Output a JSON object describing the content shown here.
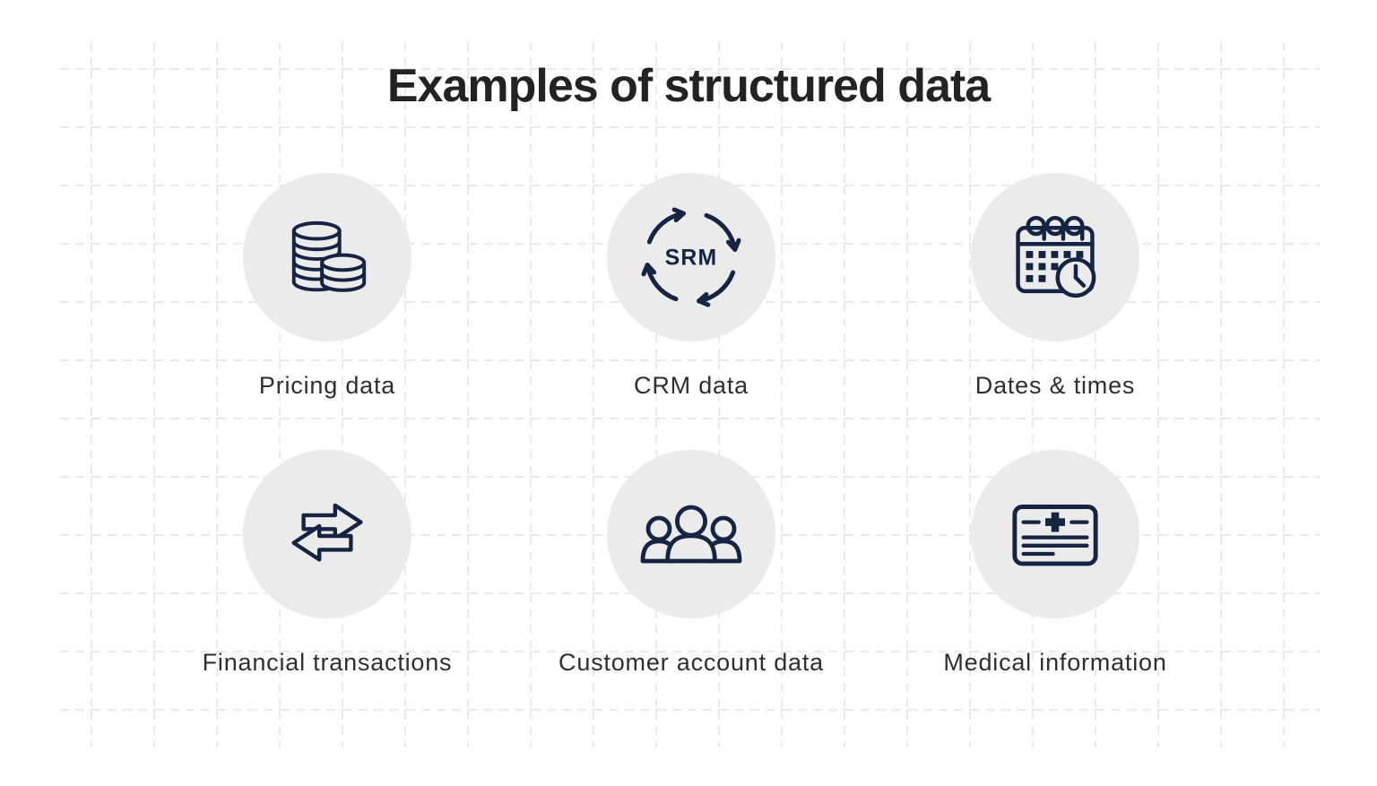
{
  "title": "Examples of structured data",
  "items": [
    {
      "id": "pricing-data",
      "label": "Pricing data",
      "icon": "coins-icon"
    },
    {
      "id": "crm-data",
      "label": "CRM data",
      "icon": "crm-cycle-icon",
      "icon_text": "SRM"
    },
    {
      "id": "dates-times",
      "label": "Dates & times",
      "icon": "calendar-clock-icon"
    },
    {
      "id": "financial-transactions",
      "label": "Financial transactions",
      "icon": "transfer-arrows-icon"
    },
    {
      "id": "customer-account-data",
      "label": "Customer account data",
      "icon": "people-group-icon"
    },
    {
      "id": "medical-information",
      "label": "Medical information",
      "icon": "medical-card-icon"
    }
  ],
  "colors": {
    "background": "#ffffff",
    "grid_line": "#eaeaea",
    "circle_bg": "#ebebeb",
    "icon_stroke": "#152443",
    "title_text": "#232323",
    "label_text": "#2f2f2f"
  }
}
